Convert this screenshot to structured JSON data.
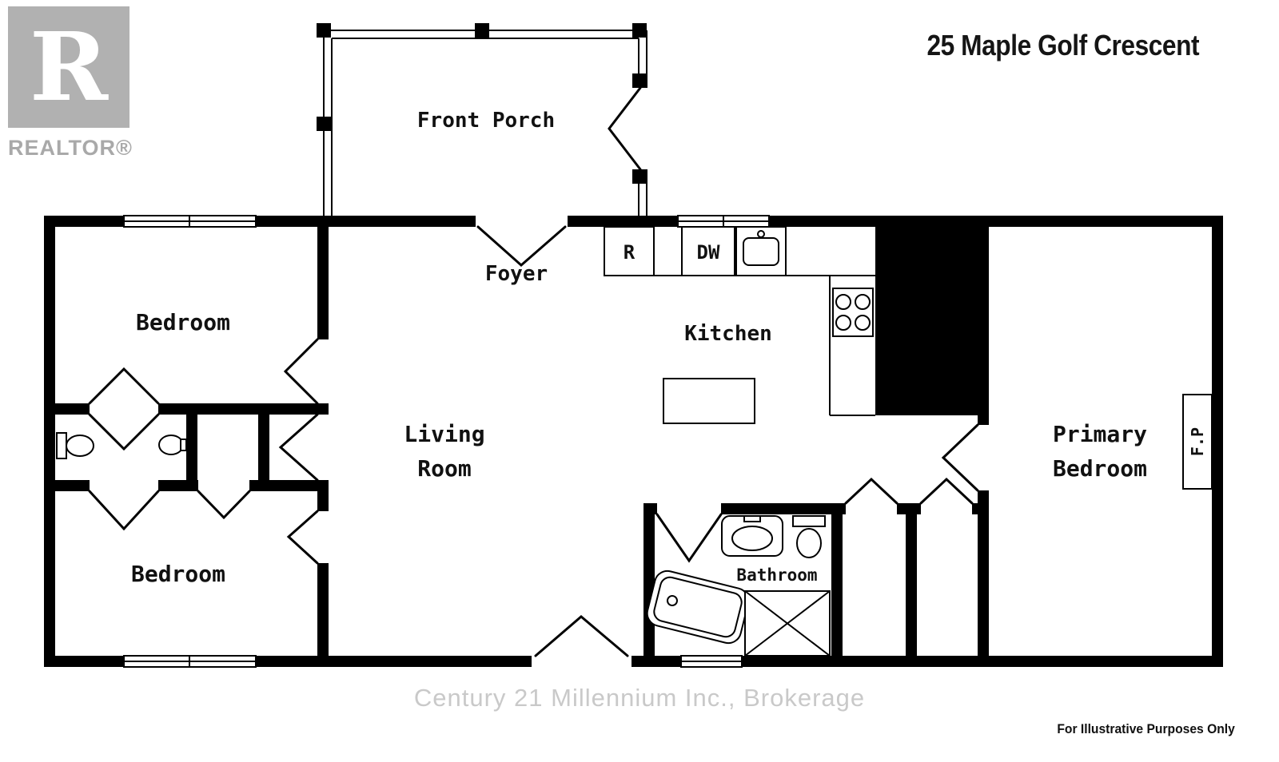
{
  "title": "25 Maple Golf Crescent",
  "logo": {
    "letter": "R",
    "label": "REALTOR®"
  },
  "rooms": {
    "front_porch": "Front Porch",
    "foyer": "Foyer",
    "bedroom_top": "Bedroom",
    "kitchen": "Kitchen",
    "living_1": "Living",
    "living_2": "Room",
    "bedroom_bottom": "Bedroom",
    "bathroom": "Bathroom",
    "primary_1": "Primary",
    "primary_2": "Bedroom",
    "fireplace": "F.P"
  },
  "appliances": {
    "refrigerator": "R",
    "dishwasher": "DW"
  },
  "watermark": "Century 21 Millennium Inc., Brokerage",
  "disclaimer": "For Illustrative Purposes Only",
  "colors": {
    "wall": "#000000",
    "logo_gray": "#b1b1b1",
    "watermark_gray": "#c9c9c9"
  }
}
